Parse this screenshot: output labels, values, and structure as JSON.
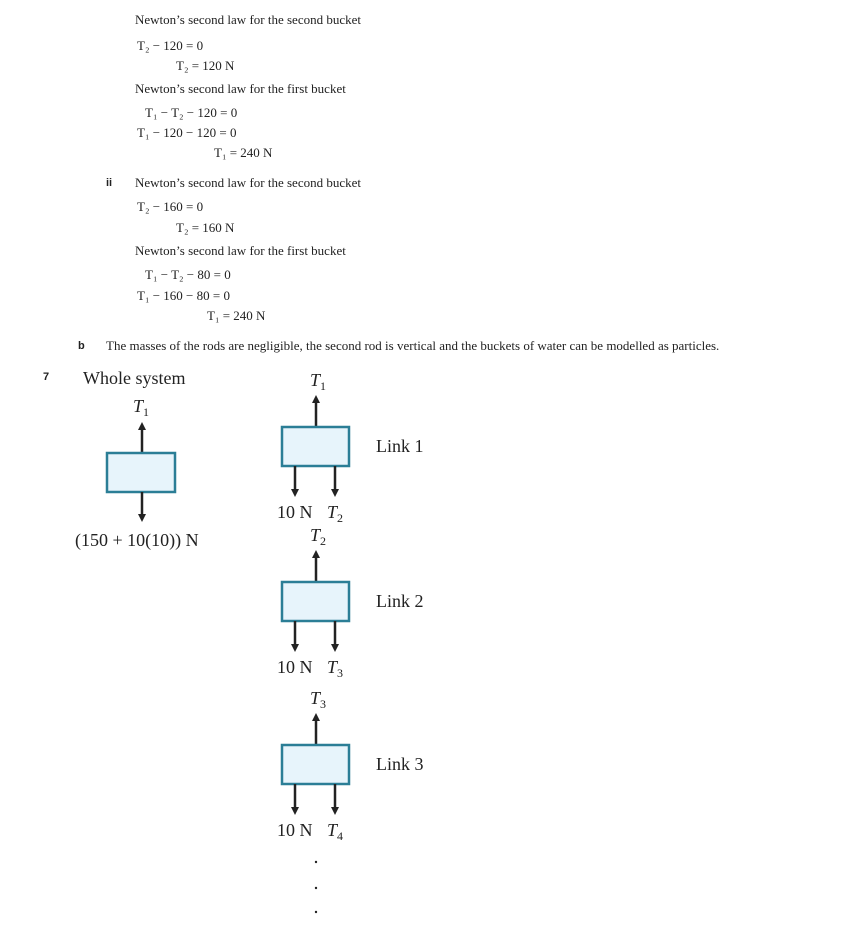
{
  "part_i": {
    "heading_second": "Newton’s second law for the second bucket",
    "eq1": "T₂ − 120 = 0",
    "eq2": "T₂ = 120 N",
    "heading_first": "Newton’s second law for the first bucket",
    "eq3": "T₁ − T₂ − 120 = 0",
    "eq4": "T₁ − 120 − 120 = 0",
    "eq5": "T₁ = 240 N"
  },
  "part_ii": {
    "label": "ii",
    "heading_second": "Newton’s second law for the second bucket",
    "eq1": "T₂ − 160 = 0",
    "eq2": "T₂ = 160 N",
    "heading_first": "Newton’s second law for the first bucket",
    "eq3": "T₁ − T₂ − 80 = 0",
    "eq4": "T₁ − 160 − 80 = 0",
    "eq5": "T₁ = 240 N"
  },
  "part_b": {
    "label": "b",
    "text": "The masses of the rods are negligible, the second rod is vertical and the buckets of water can be modelled as particles."
  },
  "q7": {
    "number": "7",
    "whole_system": {
      "title": "Whole system",
      "up_force": "T",
      "up_sub": "1",
      "down_force": "(150 + 10(10)) N"
    },
    "links": [
      {
        "label": "Link 1",
        "up": "T",
        "up_sub": "1",
        "weight": "10 N",
        "down": "T",
        "down_sub": "2"
      },
      {
        "label": "Link 2",
        "up": "T",
        "up_sub": "2",
        "weight": "10 N",
        "down": "T",
        "down_sub": "3"
      },
      {
        "label": "Link 3",
        "up": "T",
        "up_sub": "3",
        "weight": "10 N",
        "down": "T",
        "down_sub": "4"
      }
    ],
    "box_fill": "#e7f4fb",
    "box_stroke": "#2b7e96"
  }
}
